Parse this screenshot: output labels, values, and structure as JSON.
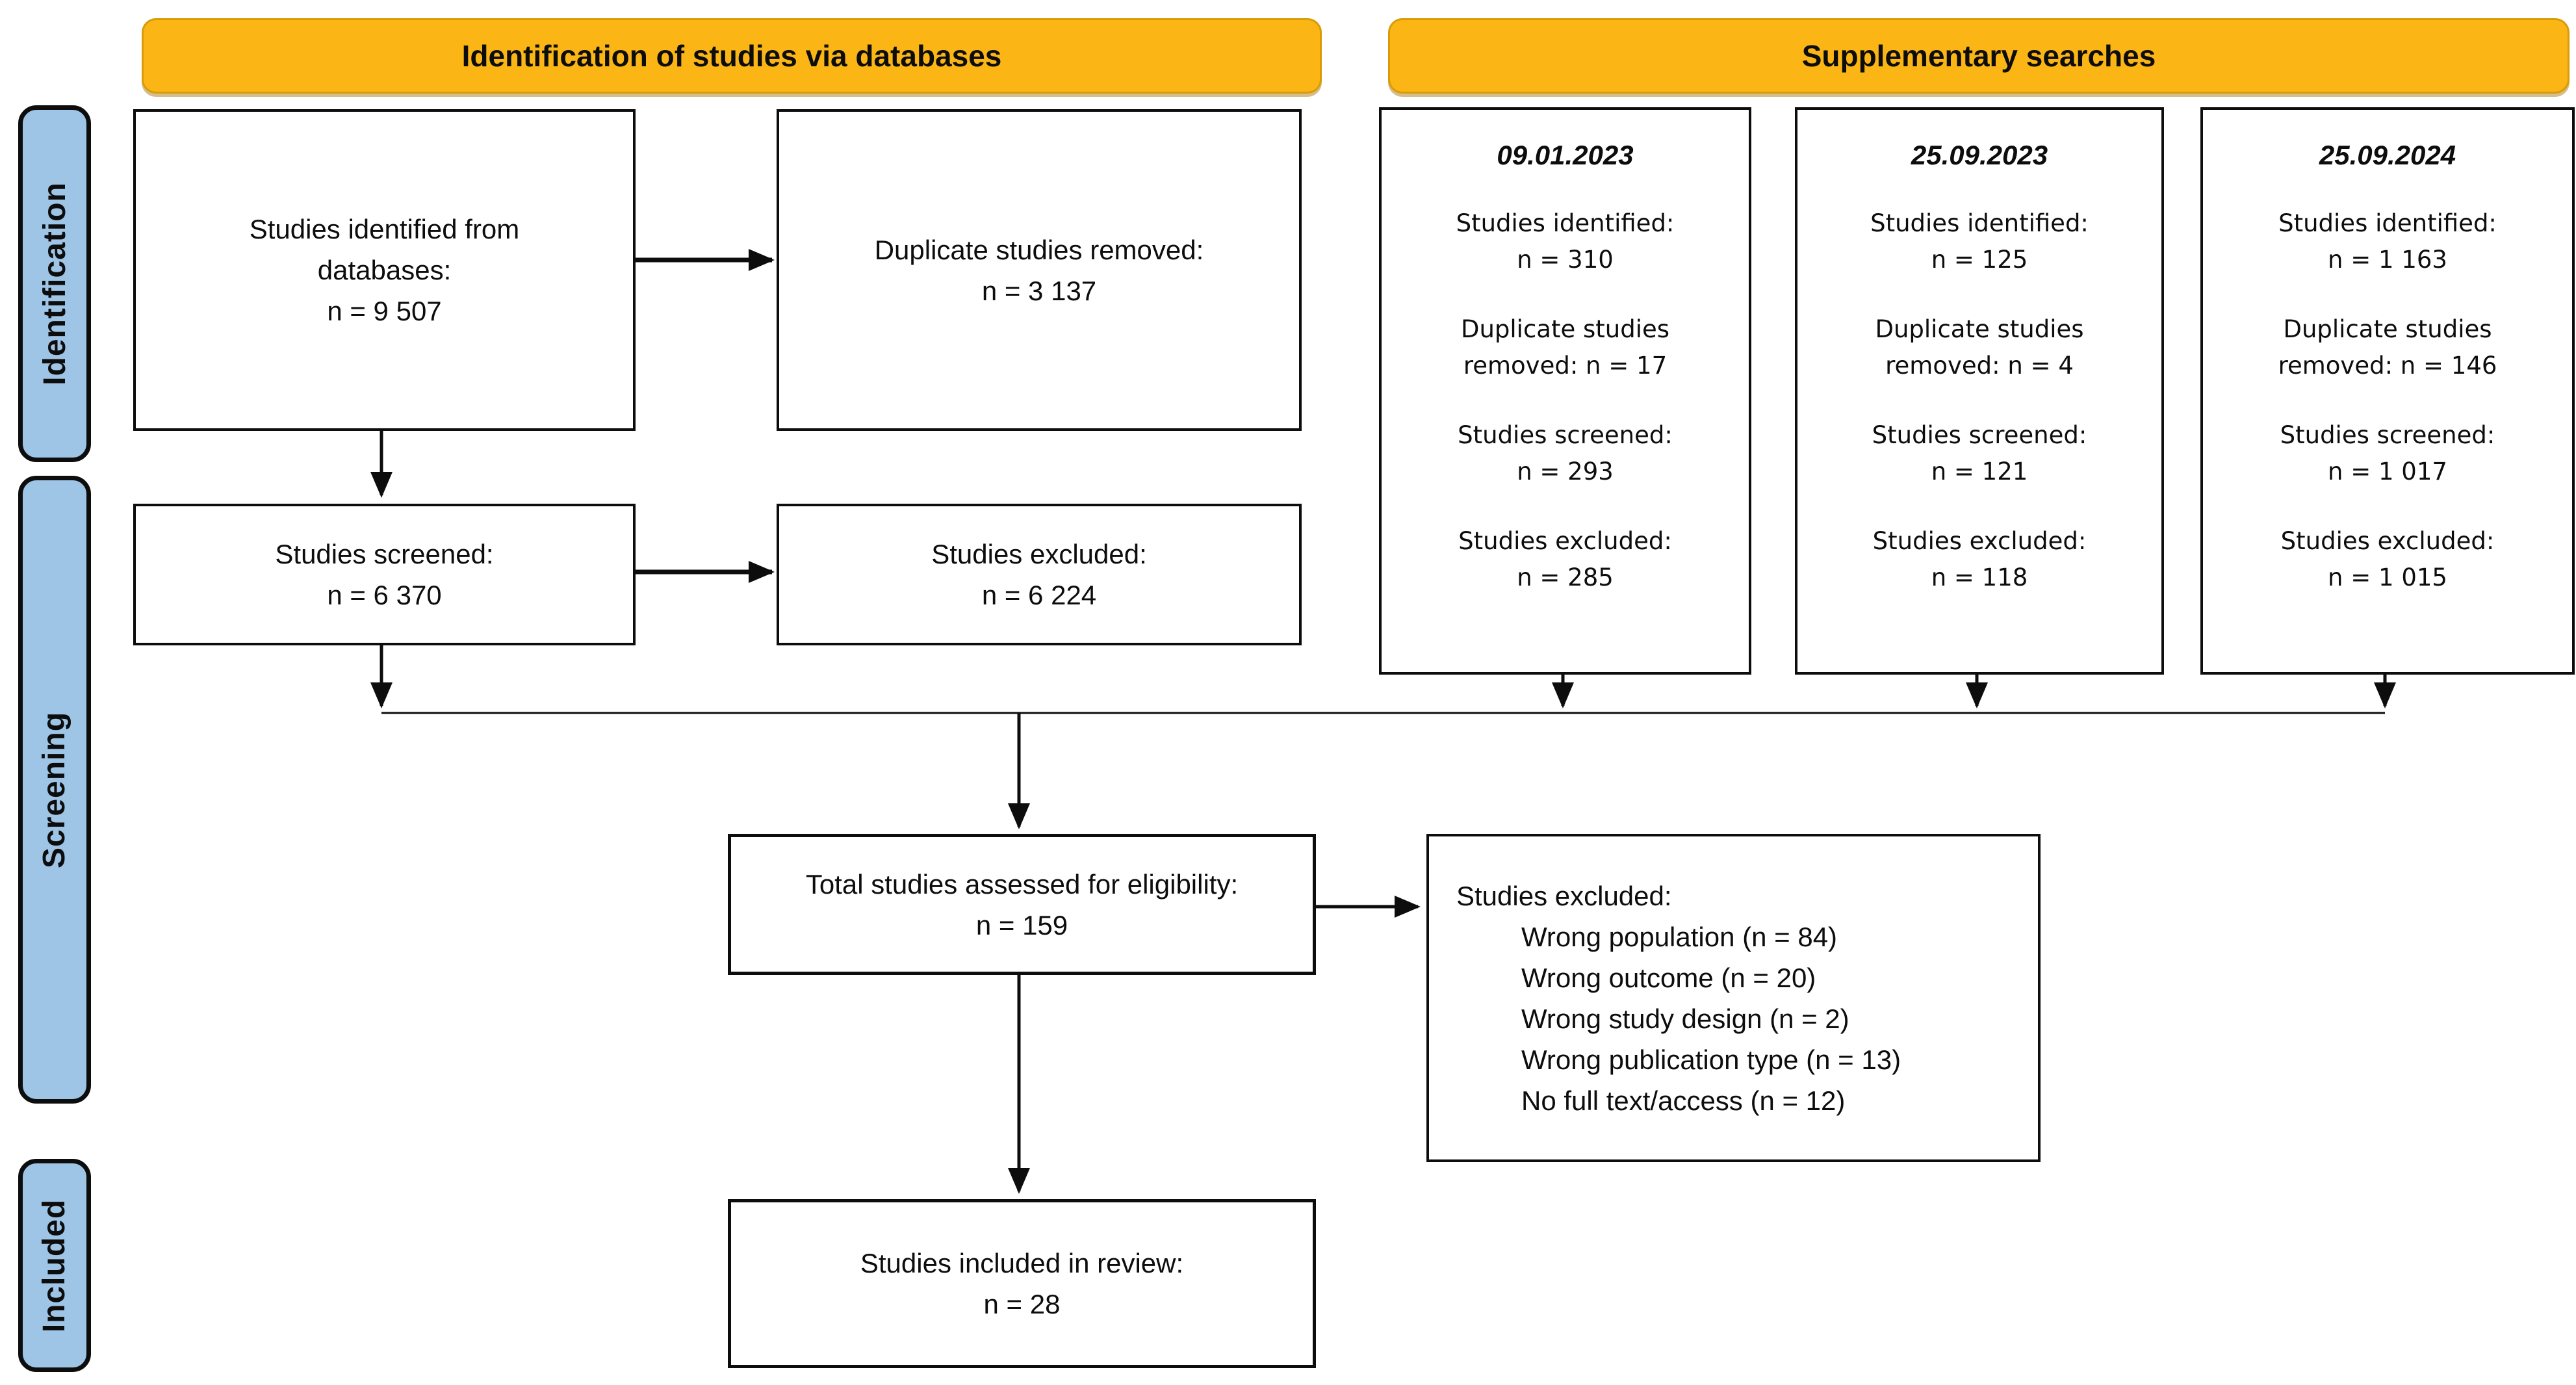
{
  "palette": {
    "header_bg": "#FBB615",
    "header_border": "#D99B07",
    "sidebar_bg": "#9EC4E6",
    "line_color": "#0d0d0d"
  },
  "headers": {
    "databases": "Identification of studies via databases",
    "supplementary": "Supplementary searches"
  },
  "sidebar": {
    "identification": "Identification",
    "screening": "Screening",
    "included": "Included"
  },
  "flow": {
    "identified": {
      "lines": [
        "Studies identified from",
        "databases:",
        "n = 9 507"
      ]
    },
    "duplicates": {
      "lines": [
        "Duplicate studies removed:",
        "n = 3 137"
      ]
    },
    "screened": {
      "lines": [
        "Studies screened:",
        "n = 6 370"
      ]
    },
    "excluded": {
      "lines": [
        "Studies excluded:",
        "n = 6 224"
      ]
    },
    "total": {
      "lines": [
        "Total studies assessed for eligibility:",
        "n = 159"
      ]
    },
    "reasons": {
      "title": "Studies excluded:",
      "items": [
        "Wrong population (n = 84)",
        "Wrong outcome (n = 20)",
        "Wrong study design (n = 2)",
        "Wrong publication type (n = 13)",
        "No full text/access (n = 12)"
      ]
    },
    "included_review": {
      "lines": [
        "Studies included in review:",
        "n = 28"
      ]
    }
  },
  "supplementary": [
    {
      "date": "09.01.2023",
      "entries": [
        {
          "l1": "Studies identified:",
          "l2": "n = 310"
        },
        {
          "l1": "Duplicate studies",
          "l2": "removed: n = 17"
        },
        {
          "l1": "Studies screened:",
          "l2": "n = 293"
        },
        {
          "l1": "Studies excluded:",
          "l2": "n = 285"
        }
      ]
    },
    {
      "date": "25.09.2023",
      "entries": [
        {
          "l1": "Studies identified:",
          "l2": "n = 125"
        },
        {
          "l1": "Duplicate studies",
          "l2": "removed: n = 4"
        },
        {
          "l1": "Studies screened:",
          "l2": "n = 121"
        },
        {
          "l1": "Studies excluded:",
          "l2": "n = 118"
        }
      ]
    },
    {
      "date": "25.09.2024",
      "entries": [
        {
          "l1": "Studies identified:",
          "l2": "n = 1 163"
        },
        {
          "l1": "Duplicate studies",
          "l2": "removed: n = 146"
        },
        {
          "l1": "Studies screened:",
          "l2": "n = 1 017"
        },
        {
          "l1": "Studies excluded:",
          "l2": "n = 1 015"
        }
      ]
    }
  ]
}
